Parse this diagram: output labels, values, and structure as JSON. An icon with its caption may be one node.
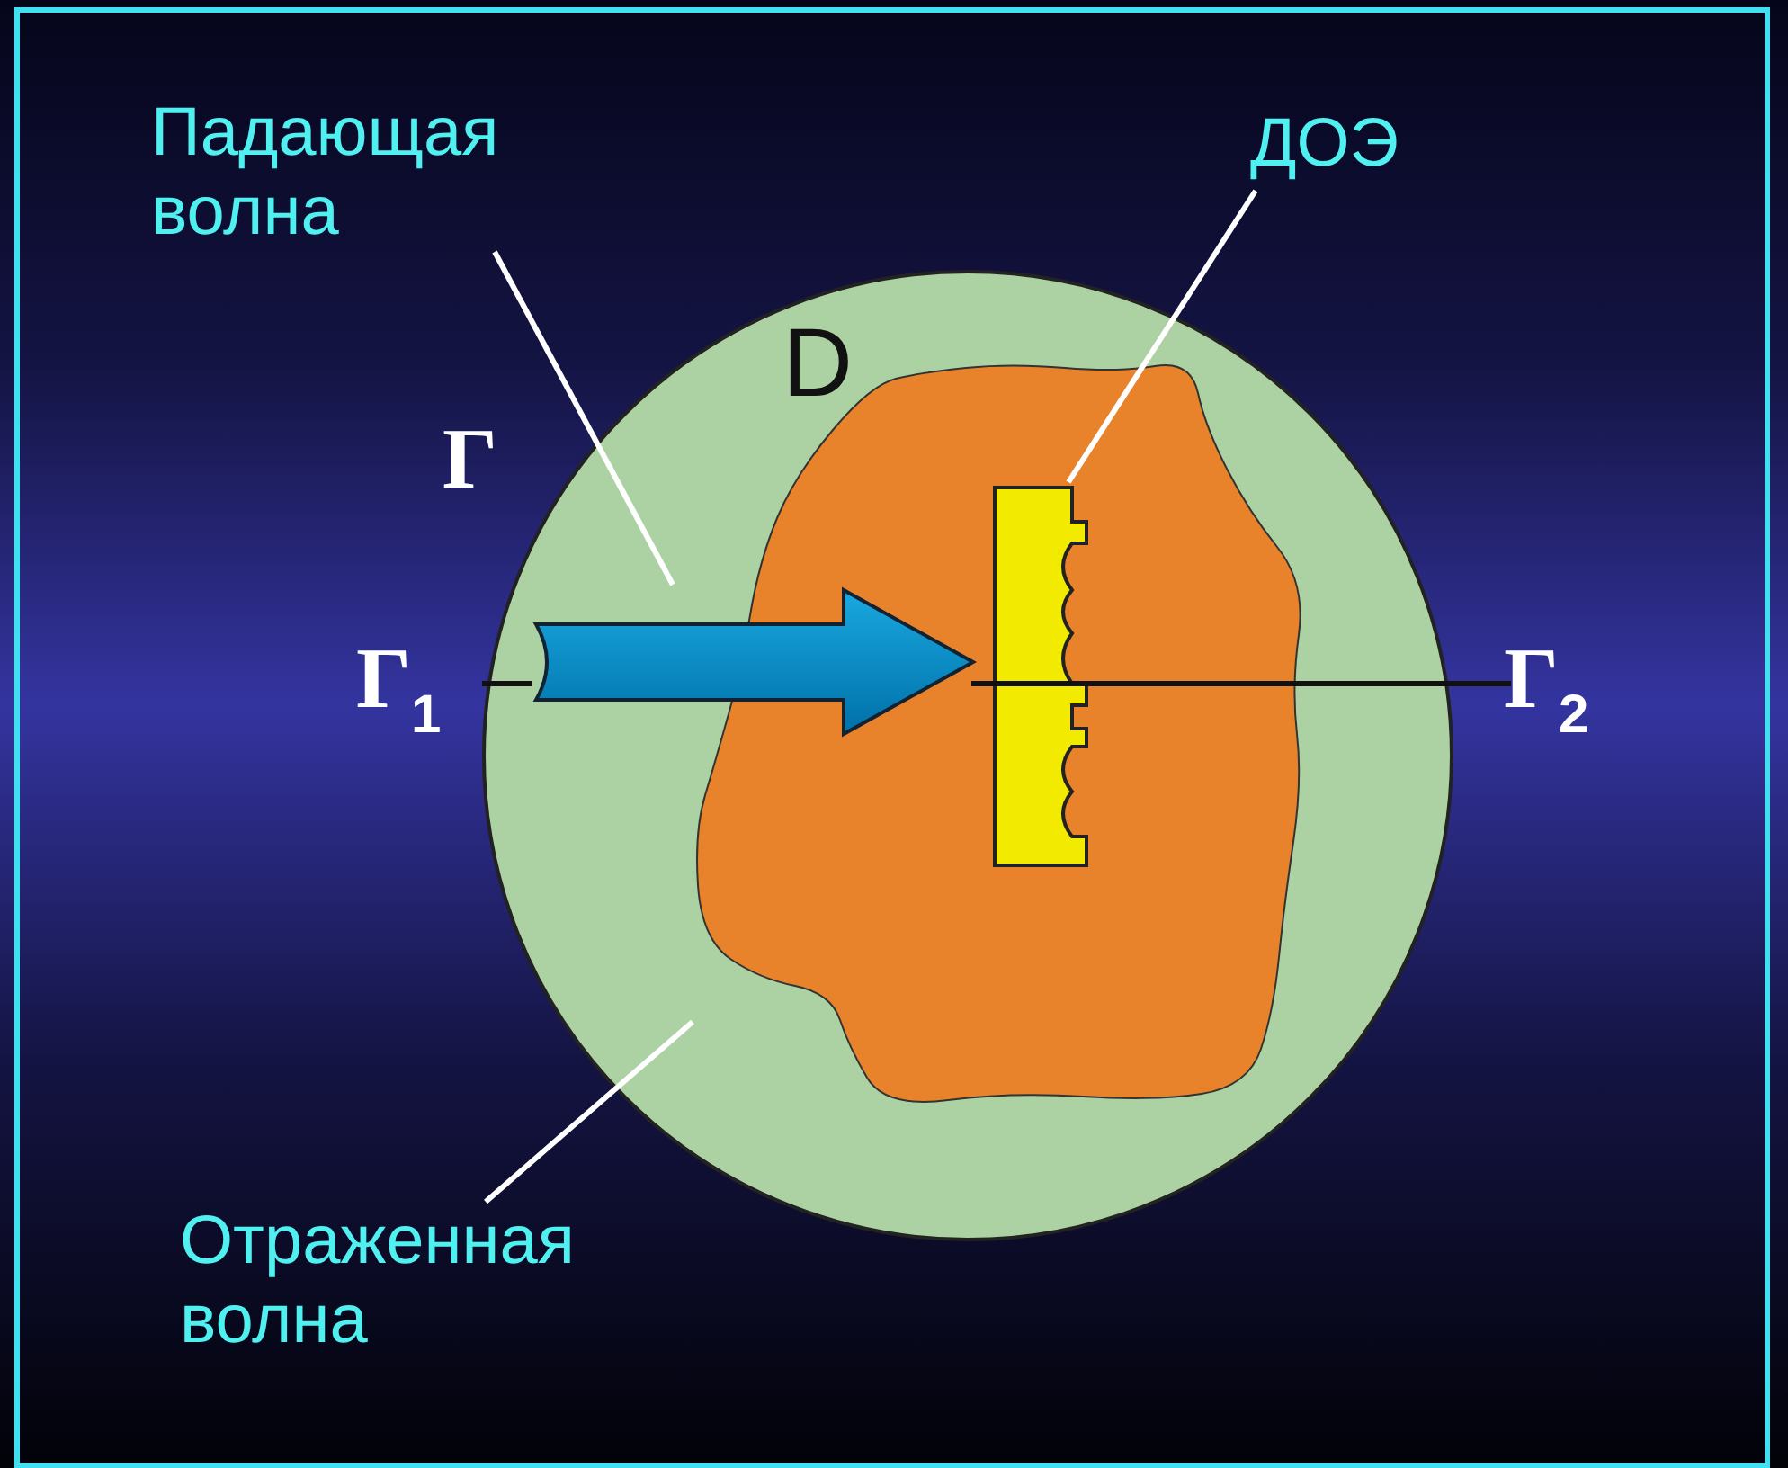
{
  "diagram": {
    "nodes": [
      {
        "text": [
          "Падающая волна"
        ]
      },
      {
        "text": [
          "ДОЭ"
        ]
      },
      {
        "text": [
          "Отраженная волна"
        ]
      },
      {
        "text": [
          "D"
        ]
      },
      {
        "text": [],
        "shape": "blob",
        "in": 3
      },
      {
        "text": [],
        "shape": "bar",
        "in": 4
      },
      {
        "text": [],
        "shape": "arrow",
        "in": 3
      }
    ],
    "edges": [
      {
        "from": 0,
        "to": 6,
        "arrow": "none",
        "color": "#ffffff"
      },
      {
        "from": 1,
        "to": 5,
        "arrow": "none",
        "color": "#ffffff"
      },
      {
        "from": 2,
        "to": 4,
        "arrow": "none",
        "color": "#ffffff"
      }
    ],
    "labels": [
      "Г",
      "Г$_{1}$",
      "Г$_{2}$"
    ]
  }
}
